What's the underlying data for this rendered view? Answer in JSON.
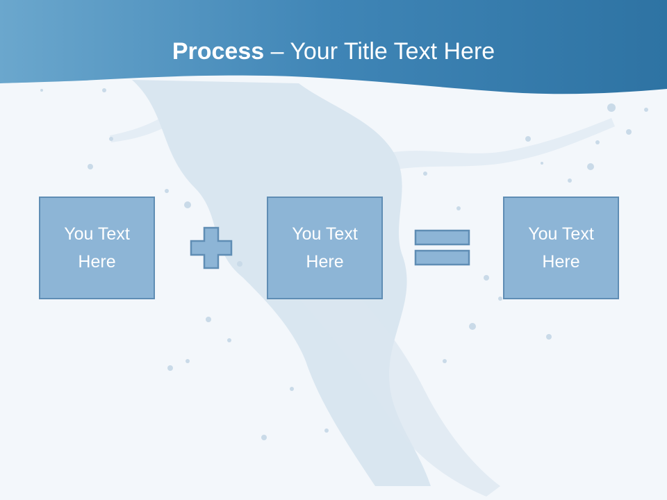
{
  "slide": {
    "title_bold": "Process",
    "title_rest": " – Your Title Text Here"
  },
  "process": {
    "boxes": [
      {
        "text": "You Text\nHere"
      },
      {
        "text": "You Text\nHere"
      },
      {
        "text": "You Text\nHere"
      }
    ],
    "operators": [
      "plus-icon",
      "equals-icon"
    ]
  },
  "colors": {
    "header_dark": "#2e73a3",
    "header_light": "#6ba7cd",
    "box_fill": "#8db5d6",
    "box_border": "#5f8db4",
    "background": "#f3f7fb",
    "text": "#ffffff"
  }
}
